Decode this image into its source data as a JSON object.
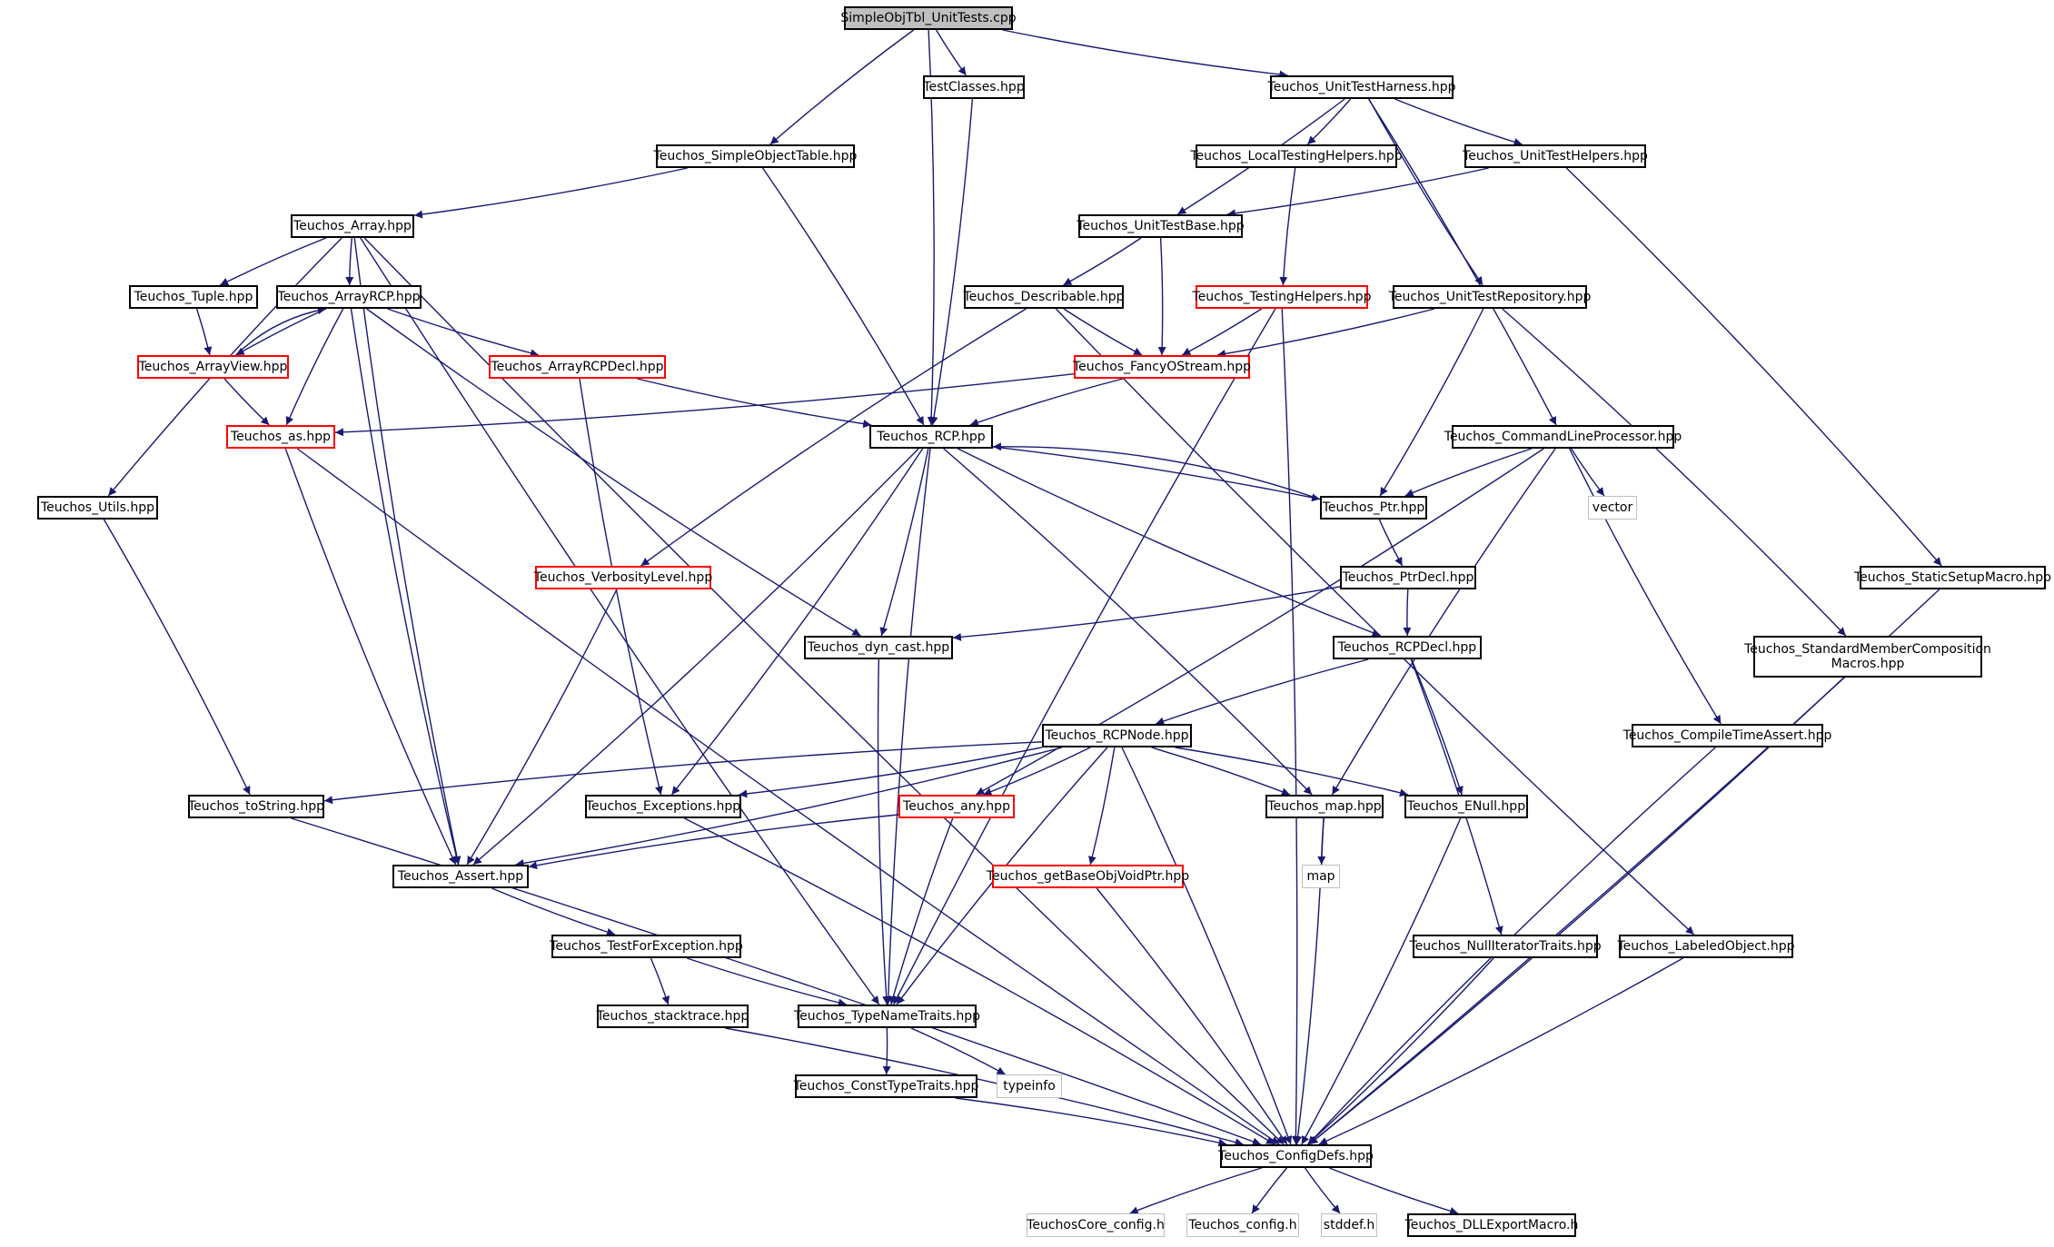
{
  "diagram": {
    "nodes": [
      {
        "id": "root",
        "label": "SimpleObjTbl_UnitTests.cpp",
        "style": "root"
      },
      {
        "id": "testclasses",
        "label": "TestClasses.hpp",
        "style": "normal"
      },
      {
        "id": "unittestharness",
        "label": "Teuchos_UnitTestHarness.hpp",
        "style": "normal"
      },
      {
        "id": "simpleobjecttable",
        "label": "Teuchos_SimpleObjectTable.hpp",
        "style": "normal"
      },
      {
        "id": "localtestinghelpers",
        "label": "Teuchos_LocalTestingHelpers.hpp",
        "style": "normal"
      },
      {
        "id": "unittesthelpers",
        "label": "Teuchos_UnitTestHelpers.hpp",
        "style": "normal"
      },
      {
        "id": "array",
        "label": "Teuchos_Array.hpp",
        "style": "normal"
      },
      {
        "id": "unittestbase",
        "label": "Teuchos_UnitTestBase.hpp",
        "style": "normal"
      },
      {
        "id": "tuple",
        "label": "Teuchos_Tuple.hpp",
        "style": "normal"
      },
      {
        "id": "arrayrcp",
        "label": "Teuchos_ArrayRCP.hpp",
        "style": "normal"
      },
      {
        "id": "describable",
        "label": "Teuchos_Describable.hpp",
        "style": "normal"
      },
      {
        "id": "testinghelpers",
        "label": "Teuchos_TestingHelpers.hpp",
        "style": "red"
      },
      {
        "id": "unittestrepository",
        "label": "Teuchos_UnitTestRepository.hpp",
        "style": "normal"
      },
      {
        "id": "arrayview",
        "label": "Teuchos_ArrayView.hpp",
        "style": "red"
      },
      {
        "id": "arrayrcpdecl",
        "label": "Teuchos_ArrayRCPDecl.hpp",
        "style": "red"
      },
      {
        "id": "fancyostream",
        "label": "Teuchos_FancyOStream.hpp",
        "style": "red"
      },
      {
        "id": "as",
        "label": "Teuchos_as.hpp",
        "style": "red"
      },
      {
        "id": "rcp",
        "label": "Teuchos_RCP.hpp",
        "style": "normal"
      },
      {
        "id": "commandlineprocessor",
        "label": "Teuchos_CommandLineProcessor.hpp",
        "style": "normal"
      },
      {
        "id": "utils",
        "label": "Teuchos_Utils.hpp",
        "style": "normal"
      },
      {
        "id": "ptr",
        "label": "Teuchos_Ptr.hpp",
        "style": "normal"
      },
      {
        "id": "vector",
        "label": "vector",
        "style": "ext"
      },
      {
        "id": "verbositylevel",
        "label": "Teuchos_VerbosityLevel.hpp",
        "style": "red"
      },
      {
        "id": "ptrdecl",
        "label": "Teuchos_PtrDecl.hpp",
        "style": "normal"
      },
      {
        "id": "staticsetupmacro",
        "label": "Teuchos_StaticSetupMacro.hpp",
        "style": "normal"
      },
      {
        "id": "dyncast",
        "label": "Teuchos_dyn_cast.hpp",
        "style": "normal"
      },
      {
        "id": "rcpdecl",
        "label": "Teuchos_RCPDecl.hpp",
        "style": "normal"
      },
      {
        "id": "standardmembercomposition",
        "label": "Teuchos_StandardMemberComposition Macros.hpp",
        "style": "normal"
      },
      {
        "id": "rcpnode",
        "label": "Teuchos_RCPNode.hpp",
        "style": "normal"
      },
      {
        "id": "compiletimeassert",
        "label": "Teuchos_CompileTimeAssert.hpp",
        "style": "normal"
      },
      {
        "id": "tostring",
        "label": "Teuchos_toString.hpp",
        "style": "normal"
      },
      {
        "id": "exceptions",
        "label": "Teuchos_Exceptions.hpp",
        "style": "normal"
      },
      {
        "id": "any",
        "label": "Teuchos_any.hpp",
        "style": "red"
      },
      {
        "id": "map",
        "label": "Teuchos_map.hpp",
        "style": "normal"
      },
      {
        "id": "enull",
        "label": "Teuchos_ENull.hpp",
        "style": "normal"
      },
      {
        "id": "assert",
        "label": "Teuchos_Assert.hpp",
        "style": "normal"
      },
      {
        "id": "mapstd",
        "label": "map",
        "style": "ext"
      },
      {
        "id": "getbaseobjvoidptr",
        "label": "Teuchos_getBaseObjVoidPtr.hpp",
        "style": "red"
      },
      {
        "id": "testforexception",
        "label": "Teuchos_TestForException.hpp",
        "style": "normal"
      },
      {
        "id": "nulliteratortraits",
        "label": "Teuchos_NullIteratorTraits.hpp",
        "style": "normal"
      },
      {
        "id": "labeledobject",
        "label": "Teuchos_LabeledObject.hpp",
        "style": "normal"
      },
      {
        "id": "stacktrace",
        "label": "Teuchos_stacktrace.hpp",
        "style": "normal"
      },
      {
        "id": "typenametraits",
        "label": "Teuchos_TypeNameTraits.hpp",
        "style": "normal"
      },
      {
        "id": "consttypetraits",
        "label": "Teuchos_ConstTypeTraits.hpp",
        "style": "normal"
      },
      {
        "id": "typeinfo",
        "label": "typeinfo",
        "style": "ext"
      },
      {
        "id": "configdefs",
        "label": "Teuchos_ConfigDefs.hpp",
        "style": "normal"
      },
      {
        "id": "teuchoscoreconfig",
        "label": "TeuchosCore_config.h",
        "style": "ext"
      },
      {
        "id": "teuchosconfig",
        "label": "Teuchos_config.h",
        "style": "ext"
      },
      {
        "id": "stddef",
        "label": "stddef.h",
        "style": "ext"
      },
      {
        "id": "dllexportmacro",
        "label": "Teuchos_DLLExportMacro.h",
        "style": "normal"
      }
    ],
    "edges": [
      [
        "root",
        "testclasses"
      ],
      [
        "root",
        "unittestharness"
      ],
      [
        "root",
        "simpleobjecttable"
      ],
      [
        "root",
        "rcp"
      ],
      [
        "testclasses",
        "rcp"
      ],
      [
        "unittestharness",
        "localtestinghelpers"
      ],
      [
        "unittestharness",
        "unittesthelpers"
      ],
      [
        "unittestharness",
        "unittestbase"
      ],
      [
        "unittestharness",
        "unittestrepository"
      ],
      [
        "unittestharness",
        "commandlineprocessor"
      ],
      [
        "simpleobjecttable",
        "array"
      ],
      [
        "simpleobjecttable",
        "rcp"
      ],
      [
        "localtestinghelpers",
        "testinghelpers"
      ],
      [
        "unittesthelpers",
        "unittestbase"
      ],
      [
        "unittesthelpers",
        "staticsetupmacro"
      ],
      [
        "array",
        "tuple"
      ],
      [
        "array",
        "arrayrcp"
      ],
      [
        "array",
        "utils"
      ],
      [
        "array",
        "assert"
      ],
      [
        "array",
        "typenametraits"
      ],
      [
        "array",
        "configdefs"
      ],
      [
        "unittestbase",
        "describable"
      ],
      [
        "unittestbase",
        "fancyostream"
      ],
      [
        "tuple",
        "arrayview"
      ],
      [
        "arrayrcp",
        "arrayview"
      ],
      [
        "arrayrcp",
        "arrayrcpdecl"
      ],
      [
        "arrayrcp",
        "as"
      ],
      [
        "arrayrcp",
        "assert"
      ],
      [
        "arrayrcp",
        "dyncast"
      ],
      [
        "describable",
        "fancyostream"
      ],
      [
        "describable",
        "verbositylevel"
      ],
      [
        "describable",
        "labeledobject"
      ],
      [
        "testinghelpers",
        "fancyostream"
      ],
      [
        "testinghelpers",
        "typenametraits"
      ],
      [
        "testinghelpers",
        "configdefs"
      ],
      [
        "unittestrepository",
        "fancyostream"
      ],
      [
        "unittestrepository",
        "ptr"
      ],
      [
        "unittestrepository",
        "standardmembercomposition"
      ],
      [
        "arrayview",
        "arrayrcp"
      ],
      [
        "arrayview",
        "as"
      ],
      [
        "arrayrcpdecl",
        "rcp"
      ],
      [
        "arrayrcpdecl",
        "exceptions"
      ],
      [
        "fancyostream",
        "rcp"
      ],
      [
        "fancyostream",
        "as"
      ],
      [
        "as",
        "assert"
      ],
      [
        "as",
        "configdefs"
      ],
      [
        "rcp",
        "ptr"
      ],
      [
        "rcp",
        "rcpdecl"
      ],
      [
        "rcp",
        "dyncast"
      ],
      [
        "rcp",
        "exceptions"
      ],
      [
        "rcp",
        "assert"
      ],
      [
        "rcp",
        "map"
      ],
      [
        "rcp",
        "typenametraits"
      ],
      [
        "commandlineprocessor",
        "ptr"
      ],
      [
        "commandlineprocessor",
        "vector"
      ],
      [
        "commandlineprocessor",
        "any"
      ],
      [
        "commandlineprocessor",
        "map"
      ],
      [
        "commandlineprocessor",
        "compiletimeassert"
      ],
      [
        "utils",
        "tostring"
      ],
      [
        "ptr",
        "rcp"
      ],
      [
        "ptr",
        "ptrdecl"
      ],
      [
        "verbositylevel",
        "assert"
      ],
      [
        "ptrdecl",
        "rcpdecl"
      ],
      [
        "ptrdecl",
        "dyncast"
      ],
      [
        "staticsetupmacro",
        "configdefs"
      ],
      [
        "dyncast",
        "typenametraits"
      ],
      [
        "rcpdecl",
        "rcpnode"
      ],
      [
        "rcpdecl",
        "enull"
      ],
      [
        "rcpdecl",
        "nulliteratortraits"
      ],
      [
        "standardmembercomposition",
        "configdefs"
      ],
      [
        "rcpnode",
        "tostring"
      ],
      [
        "rcpnode",
        "exceptions"
      ],
      [
        "rcpnode",
        "any"
      ],
      [
        "rcpnode",
        "map"
      ],
      [
        "rcpnode",
        "enull"
      ],
      [
        "rcpnode",
        "assert"
      ],
      [
        "rcpnode",
        "getbaseobjvoidptr"
      ],
      [
        "rcpnode",
        "typenametraits"
      ],
      [
        "rcpnode",
        "configdefs"
      ],
      [
        "compiletimeassert",
        "configdefs"
      ],
      [
        "tostring",
        "configdefs"
      ],
      [
        "exceptions",
        "configdefs"
      ],
      [
        "any",
        "assert"
      ],
      [
        "any",
        "typenametraits"
      ],
      [
        "map",
        "mapstd"
      ],
      [
        "map",
        "configdefs"
      ],
      [
        "enull",
        "configdefs"
      ],
      [
        "assert",
        "testforexception"
      ],
      [
        "getbaseobjvoidptr",
        "configdefs"
      ],
      [
        "testforexception",
        "stacktrace"
      ],
      [
        "testforexception",
        "typenametraits"
      ],
      [
        "nulliteratortraits",
        "configdefs"
      ],
      [
        "labeledobject",
        "configdefs"
      ],
      [
        "stacktrace",
        "configdefs"
      ],
      [
        "typenametraits",
        "consttypetraits"
      ],
      [
        "typenametraits",
        "typeinfo"
      ],
      [
        "consttypetraits",
        "configdefs"
      ],
      [
        "configdefs",
        "teuchoscoreconfig"
      ],
      [
        "configdefs",
        "teuchosconfig"
      ],
      [
        "configdefs",
        "stddef"
      ],
      [
        "configdefs",
        "dllexportmacro"
      ]
    ]
  },
  "colors": {
    "edge": "#191970",
    "red_border": "#ff0000",
    "ext_border": "#bfbfbf",
    "root_fill": "#bfbfbf"
  }
}
